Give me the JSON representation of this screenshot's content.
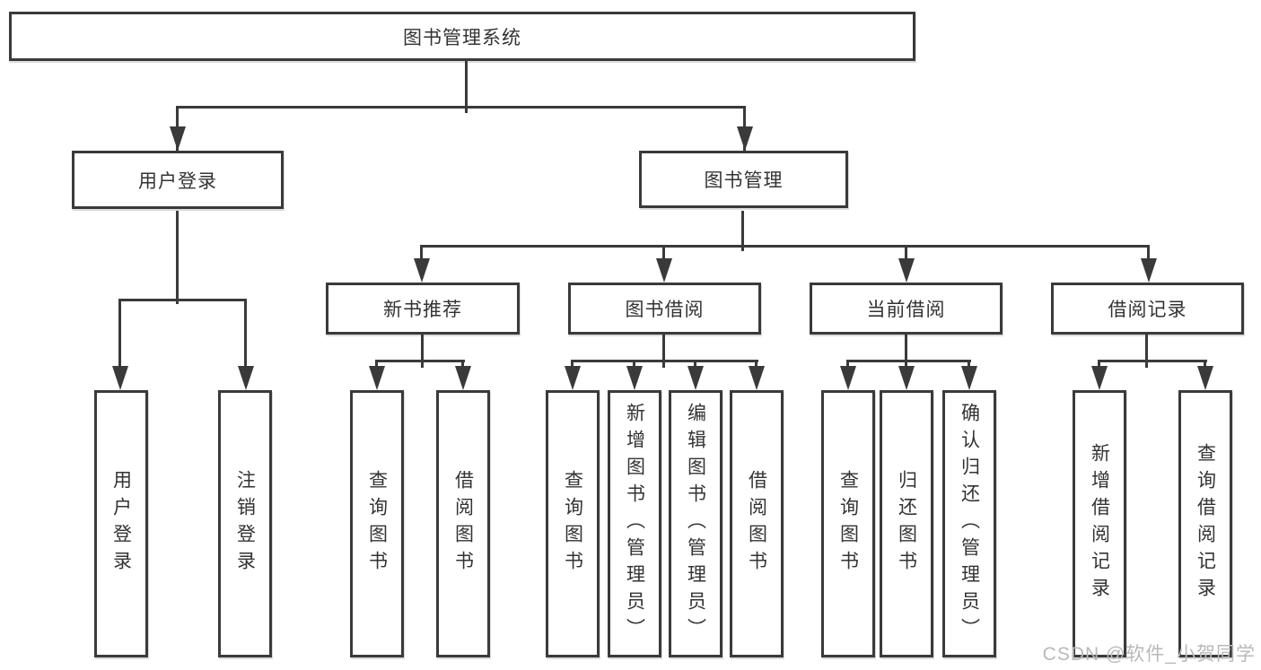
{
  "diagram": {
    "root": {
      "label": "图书管理系统"
    },
    "level2": {
      "user_login": {
        "label": "用户登录"
      },
      "book_management": {
        "label": "图书管理"
      }
    },
    "level3": {
      "new_book_recommendation": {
        "label": "新书推荐"
      },
      "book_borrowing": {
        "label": "图书借阅"
      },
      "current_borrowing": {
        "label": "当前借阅"
      },
      "borrowing_records": {
        "label": "借阅记录"
      }
    },
    "leaves": {
      "user_login_children": [
        {
          "label": "用户登录"
        },
        {
          "label": "注销登录"
        }
      ],
      "new_book_recommendation_children": [
        {
          "label": "查询图书"
        },
        {
          "label": "借阅图书"
        }
      ],
      "book_borrowing_children": [
        {
          "label": "查询图书"
        },
        {
          "label": "新增图书（管理员）"
        },
        {
          "label": "编辑图书（管理员）"
        },
        {
          "label": "借阅图书"
        }
      ],
      "current_borrowing_children": [
        {
          "label": "查询图书"
        },
        {
          "label": "归还图书"
        },
        {
          "label": "确认归还（管理员）"
        }
      ],
      "borrowing_records_children": [
        {
          "label": "新增借阅记录"
        },
        {
          "label": "查询借阅记录"
        }
      ]
    }
  },
  "watermark": {
    "text": "CSDN @软件_小贺同学"
  },
  "colors": {
    "line": "#3a3a3a",
    "text": "#333333",
    "background": "#ffffff",
    "watermark": "#b9b9b9"
  }
}
